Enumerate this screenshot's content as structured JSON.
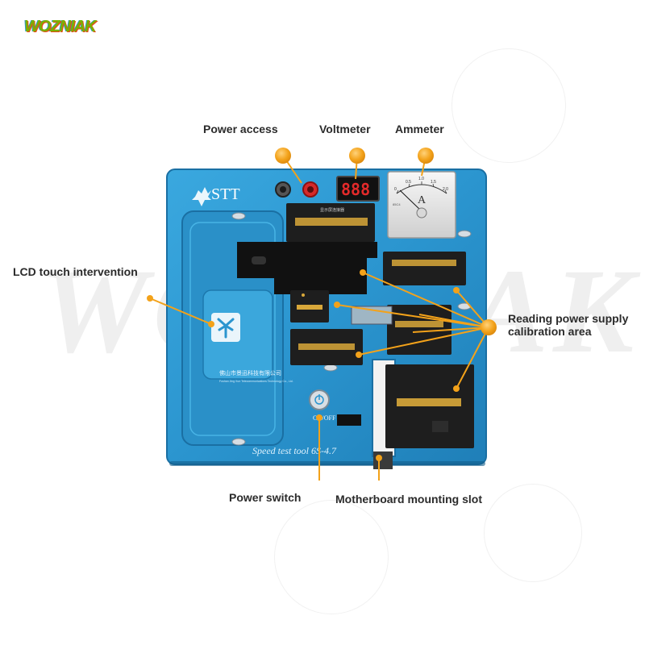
{
  "watermark": {
    "logo": "WOZNIAK",
    "background_text": "WOZNIAK"
  },
  "device": {
    "brand_text": "STT",
    "model_text": "Speed test tool 6S-4.7",
    "power_switch_label": "ON/OFF",
    "chinese_label_1": "佛山市景迅科技有限公司",
    "chinese_label_2": "Foshan Jing Xun Telecommunications Technology Co., Ltd.",
    "display_label": "显示屏连接器",
    "voltmeter_digits": "888",
    "ammeter_unit": "A",
    "ammeter_scale": [
      "0",
      "0.5",
      "1.0",
      "1.5",
      "2.0"
    ],
    "ammeter_model": "85C4"
  },
  "callouts": {
    "power_access": "Power access",
    "voltmeter": "Voltmeter",
    "ammeter": "Ammeter",
    "lcd_touch": "LCD touch intervention",
    "reading_power": "Reading power supply calibration area",
    "power_switch": "Power switch",
    "motherboard_slot": "Motherboard mounting slot"
  },
  "colors": {
    "plate": "#2b95cf",
    "plate_dark": "#1a6fa3",
    "marker": "#f3a21a",
    "pcb": "#1e1e1e",
    "gold": "#d9a83a"
  }
}
